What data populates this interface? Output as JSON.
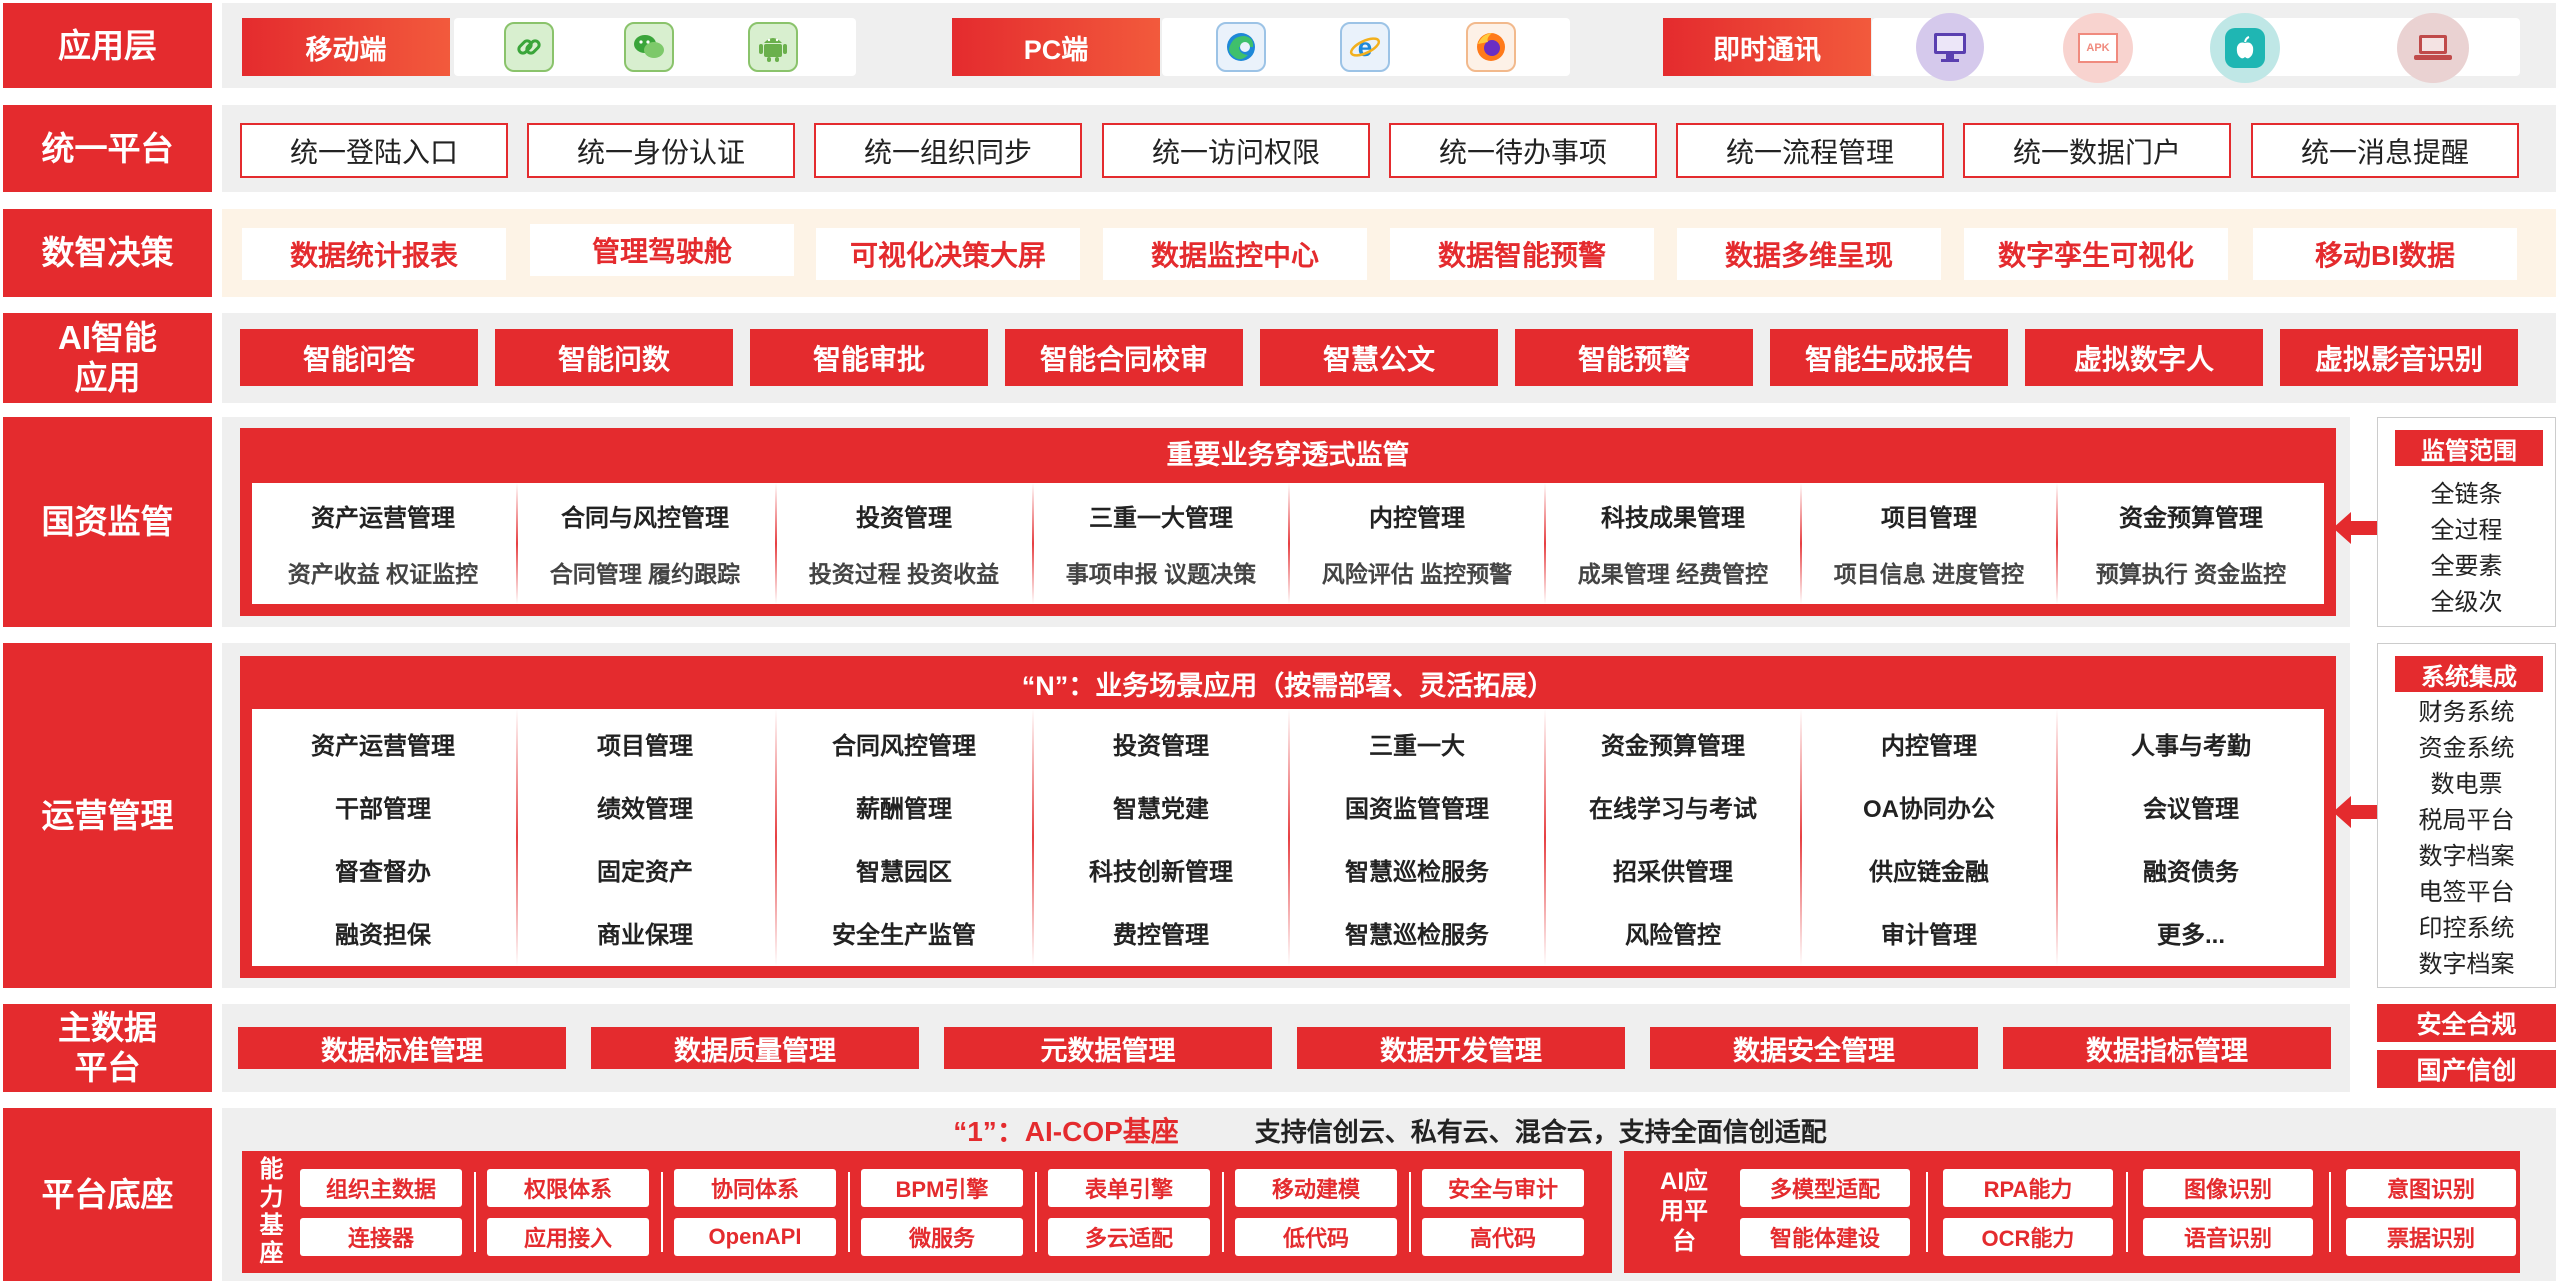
{
  "rows": {
    "app": "应用层",
    "unify": "统一平台",
    "decision": "数智决策",
    "ai": "AI智能\n应用",
    "supervision": "国资监管",
    "operations": "运营管理",
    "masterdata": "主数据\n平台",
    "base": "平台底座"
  },
  "app_layer": {
    "mobile_label": "移动端",
    "pc_label": "PC端",
    "im_label": "即时通讯",
    "mobile_icons": [
      "link-icon",
      "wechat-icon",
      "android-icon"
    ],
    "pc_icons": [
      "edge-icon",
      "ie-icon",
      "firefox-icon"
    ],
    "im_icons": [
      "desktop-icon",
      "apk-icon",
      "apple-icon",
      "laptop-icon"
    ],
    "apk_text": "APK"
  },
  "unify": [
    "统一登陆入口",
    "统一身份认证",
    "统一组织同步",
    "统一访问权限",
    "统一待办事项",
    "统一流程管理",
    "统一数据门户",
    "统一消息提醒"
  ],
  "decision": [
    "数据统计报表",
    "管理驾驶舱",
    "可视化决策大屏",
    "数据监控中心",
    "数据智能预警",
    "数据多维呈现",
    "数字孪生可视化",
    "移动BI数据"
  ],
  "ai": [
    "智能问答",
    "智能问数",
    "智能审批",
    "智能合同校审",
    "智慧公文",
    "智能预警",
    "智能生成报告",
    "虚拟数字人",
    "虚拟影音识别"
  ],
  "supervision": {
    "title": "重要业务穿透式监管",
    "cells": [
      {
        "title": "资产运营管理",
        "sub": "资产收益 权证监控"
      },
      {
        "title": "合同与风控管理",
        "sub": "合同管理 履约跟踪"
      },
      {
        "title": "投资管理",
        "sub": "投资过程 投资收益"
      },
      {
        "title": "三重一大管理",
        "sub": "事项申报 议题决策"
      },
      {
        "title": "内控管理",
        "sub": "风险评估 监控预警"
      },
      {
        "title": "科技成果管理",
        "sub": "成果管理 经费管控"
      },
      {
        "title": "项目管理",
        "sub": "项目信息 进度管控"
      },
      {
        "title": "资金预算管理",
        "sub": "预算执行 资金监控"
      }
    ],
    "side_title": "监管范围",
    "side_items": [
      "全链条",
      "全过程",
      "全要素",
      "全级次"
    ]
  },
  "operations": {
    "title": "“N”：业务场景应用（按需部署、灵活拓展）",
    "columns": [
      [
        "资产运营管理",
        "干部管理",
        "督查督办",
        "融资担保"
      ],
      [
        "项目管理",
        "绩效管理",
        "固定资产",
        "商业保理"
      ],
      [
        "合同风控管理",
        "薪酬管理",
        "智慧园区",
        "安全生产监管"
      ],
      [
        "投资管理",
        "智慧党建",
        "科技创新管理",
        "费控管理"
      ],
      [
        "三重一大",
        "国资监管管理",
        "智慧巡检服务",
        "智慧巡检服务"
      ],
      [
        "资金预算管理",
        "在线学习与考试",
        "招采供管理",
        "风险管控"
      ],
      [
        "内控管理",
        "OA协同办公",
        "供应链金融",
        "审计管理"
      ],
      [
        "人事与考勤",
        "会议管理",
        "融资债务",
        "更多..."
      ]
    ],
    "side_title": "系统集成",
    "side_items": [
      "财务系统",
      "资金系统",
      "数电票",
      "税局平台",
      "数字档案",
      "电签平台",
      "印控系统",
      "数字档案"
    ]
  },
  "masterdata": {
    "items": [
      "数据标准管理",
      "数据质量管理",
      "元数据管理",
      "数据开发管理",
      "数据安全管理",
      "数据指标管理"
    ],
    "side": [
      "安全合规",
      "国产信创"
    ]
  },
  "base": {
    "headline": "“1”：AI-COP基座",
    "tagline": "支持信创云、私有云、混合云，支持全面信创适配",
    "capability_label": "能力基座",
    "capability_top": [
      "组织主数据",
      "权限体系",
      "协同体系",
      "BPM引擎",
      "表单引擎",
      "移动建模",
      "安全与审计"
    ],
    "capability_bottom": [
      "连接器",
      "应用接入",
      "OpenAPI",
      "微服务",
      "多云适配",
      "低代码",
      "高代码"
    ],
    "ai_label": "AI应用平台",
    "ai_top": [
      "多模型适配",
      "RPA能力",
      "图像识别",
      "意图识别"
    ],
    "ai_bottom": [
      "智能体建设",
      "OCR能力",
      "语音识别",
      "票据识别"
    ]
  },
  "colors": {
    "accent": "#e42b2e",
    "decision_bg": "#fdf3e6",
    "row_bg": "#efefef"
  }
}
